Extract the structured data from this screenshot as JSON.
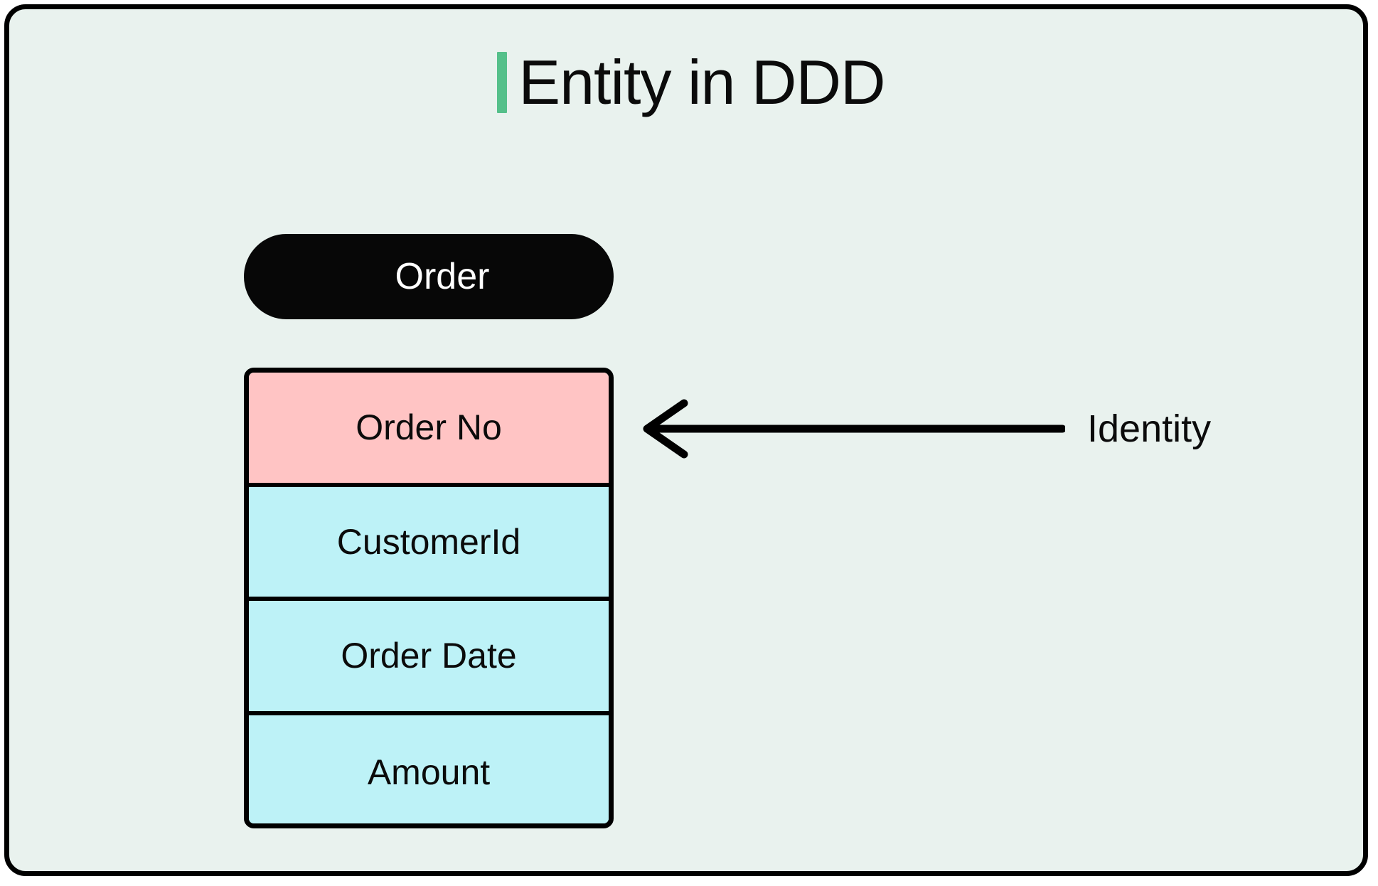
{
  "card": {
    "background_color": "#e9f2ee",
    "border_color": "#000000"
  },
  "title": {
    "text": "Entity in DDD",
    "accent_color": "#55c08a"
  },
  "entity": {
    "name": "Order",
    "pill_background": "#070707",
    "pill_text_color": "#ffffff",
    "attributes": [
      {
        "label": "Order No",
        "role": "identity",
        "background": "#ffc4c4"
      },
      {
        "label": "CustomerId",
        "role": "plain",
        "background": "#bdf2f7"
      },
      {
        "label": "Order Date",
        "role": "plain",
        "background": "#bdf2f7"
      },
      {
        "label": "Amount",
        "role": "plain",
        "background": "#bdf2f7"
      }
    ]
  },
  "annotations": [
    {
      "label": "Identity",
      "arrow": "left-arrow-icon",
      "points_to": "Order No"
    }
  ]
}
